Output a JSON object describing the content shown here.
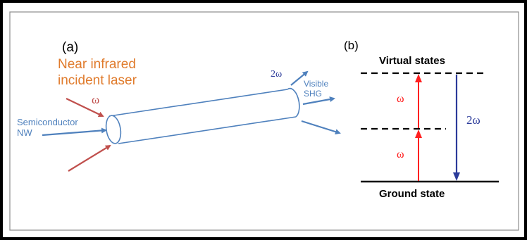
{
  "panel_a": {
    "label": "(a)",
    "laser_title_line1": "Near infrared",
    "laser_title_line2": "incident laser",
    "omega": "ω",
    "nw_line1": "Semiconductor",
    "nw_line2": "NW",
    "two_omega": "2ω",
    "shg_line1": "Visible",
    "shg_line2": "SHG"
  },
  "panel_b": {
    "label": "(b)",
    "virtual_states": "Virtual states",
    "ground_state": "Ground state",
    "omega_upper": "ω",
    "omega_lower": "ω",
    "two_omega": "2ω"
  },
  "colors": {
    "orange": "#E07B2C",
    "red": "#C0504D",
    "steel_blue": "#4F81BD",
    "bright_red": "#FF2020",
    "navy": "#2B3B9A"
  }
}
